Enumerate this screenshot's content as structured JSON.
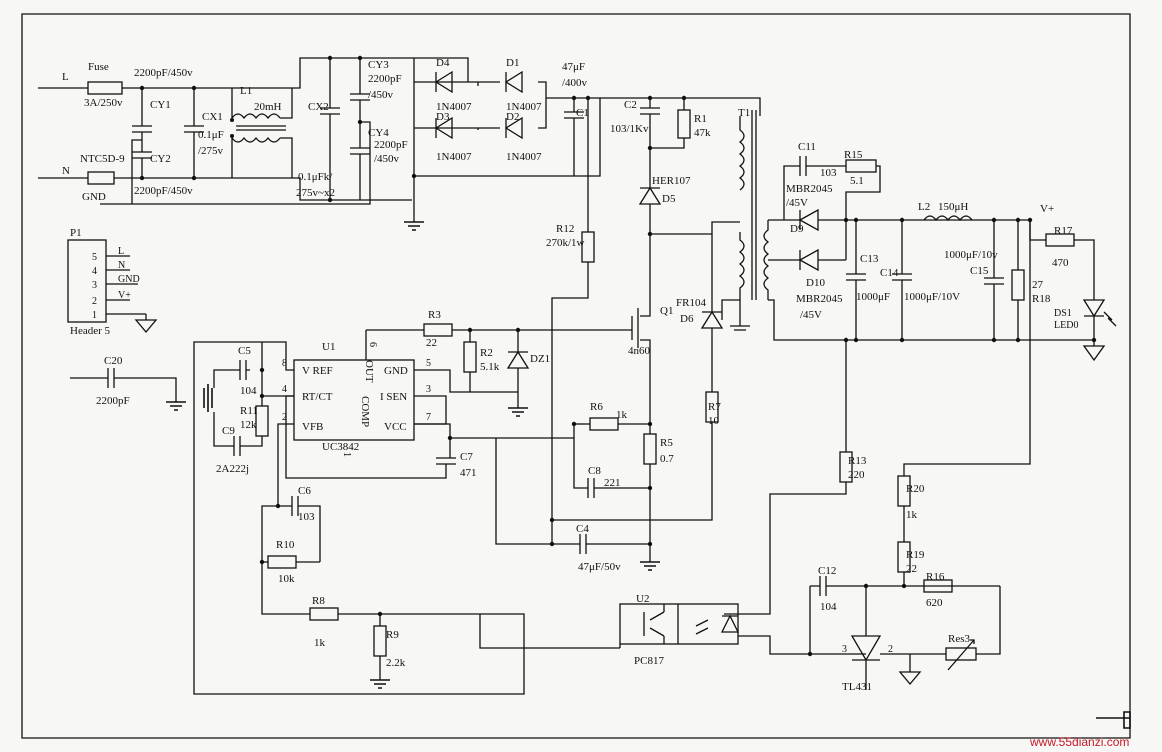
{
  "nets": {
    "line": "L",
    "neutral": "N",
    "ground": "GND",
    "vplus": "V+"
  },
  "input": {
    "fuse": {
      "ref": "Fuse",
      "value": "3A/250v"
    },
    "ntc": {
      "ref": "NTC5D-9"
    },
    "cy1": {
      "ref": "CY1"
    },
    "cy2": {
      "ref": "CY2"
    },
    "cy_value_top": "2200pF/450v",
    "cy_value_bot": "2200pF/450v",
    "cx1": {
      "ref": "CX1",
      "value1": "0.1μF",
      "value2": "/275v"
    },
    "l1": {
      "ref": "L1",
      "value": "20mH"
    },
    "cx2": {
      "ref": "CX2",
      "value1": "0.1μFk/",
      "value2": "275v~x2"
    },
    "cy3": {
      "ref": "CY3",
      "value1": "2200pF",
      "value2": "/450v"
    },
    "cy4": {
      "ref": "CY4",
      "value1": "2200pF",
      "value2": "/450v"
    }
  },
  "bridge": {
    "d4": {
      "ref": "D4",
      "value": "1N4007"
    },
    "d1": {
      "ref": "D1",
      "value": "1N4007"
    },
    "d3": {
      "ref": "D3",
      "value": "1N4007"
    },
    "d2": {
      "ref": "D2",
      "value": "1N4007"
    },
    "c1": {
      "ref": "C1",
      "value1": "47μF",
      "value2": "/400v"
    }
  },
  "primary": {
    "c2": {
      "ref": "C2",
      "value": "103/1Kv"
    },
    "r1": {
      "ref": "R1",
      "value": "47k"
    },
    "d5": {
      "ref": "D5",
      "value": "HER107"
    },
    "t1": {
      "ref": "T1"
    },
    "r12": {
      "ref": "R12",
      "value": "270k/1w"
    },
    "q1": {
      "ref": "Q1",
      "value": "4n60"
    },
    "d6": {
      "ref": "D6",
      "value": "FR104"
    },
    "r7": {
      "ref": "R7",
      "value": "10"
    },
    "r3": {
      "ref": "R3",
      "value": "22"
    },
    "r2": {
      "ref": "R2",
      "value": "5.1k"
    },
    "dz1": {
      "ref": "DZ1"
    },
    "r6": {
      "ref": "R6",
      "value": "1k"
    },
    "r5": {
      "ref": "R5",
      "value": "0.7"
    },
    "c8": {
      "ref": "C8",
      "value": "221"
    },
    "c4": {
      "ref": "C4",
      "value": "47μF/50v"
    }
  },
  "controller": {
    "u1": {
      "ref": "U1",
      "part": "UC3842"
    },
    "pins": {
      "vref": "V REF",
      "rtct": "RT/CT",
      "vfb": "VFB",
      "out": "OUT",
      "gnd": "GND",
      "isen": "I SEN",
      "vcc": "VCC",
      "comp": "COMP",
      "p8": "8",
      "p4": "4",
      "p2": "2",
      "p6": "6",
      "p5": "5",
      "p3": "3",
      "p7": "7",
      "p1": "1"
    },
    "c5": {
      "ref": "C5",
      "value": "104"
    },
    "r11": {
      "ref": "R11",
      "value": "12k"
    },
    "c9": {
      "ref": "C9",
      "value": "2A222j"
    },
    "c7": {
      "ref": "C7",
      "value": "471"
    },
    "c6": {
      "ref": "C6",
      "value": "103"
    },
    "r10": {
      "ref": "R10",
      "value": "10k"
    },
    "r8": {
      "ref": "R8",
      "value": "1k"
    },
    "r9": {
      "ref": "R9",
      "value": "2.2k"
    },
    "c20": {
      "ref": "C20",
      "value": "2200pF"
    }
  },
  "header": {
    "p1": {
      "ref": "P1",
      "name": "Header 5"
    },
    "pins": [
      {
        "num": "5",
        "label": "L"
      },
      {
        "num": "4",
        "label": "N"
      },
      {
        "num": "3",
        "label": "GND"
      },
      {
        "num": "2",
        "label": "V+"
      },
      {
        "num": "1",
        "label": ""
      }
    ]
  },
  "secondary": {
    "c11": {
      "ref": "C11",
      "value": "103"
    },
    "r15": {
      "ref": "R15",
      "value": "5.1"
    },
    "d9": {
      "ref": "D9",
      "value1": "MBR2045",
      "value2": "/45V"
    },
    "d10": {
      "ref": "D10",
      "value1": "MBR2045",
      "value2": "/45V"
    },
    "c13": {
      "ref": "C13",
      "value": "1000μF"
    },
    "c14": {
      "ref": "C14",
      "value": "1000μF/10V"
    },
    "l2": {
      "ref": "L2",
      "value": "150μH"
    },
    "c15": {
      "ref": "C15",
      "value": "1000μF/10v"
    },
    "r18": {
      "ref": "R18",
      "value": "27"
    },
    "r17": {
      "ref": "R17",
      "value": "470"
    },
    "ds1": {
      "ref": "DS1",
      "value": "LED0"
    },
    "r13": {
      "ref": "R13",
      "value": "220"
    },
    "r20": {
      "ref": "R20",
      "value": "1k"
    },
    "r19": {
      "ref": "R19",
      "value": "22"
    },
    "c12": {
      "ref": "C12",
      "value": "104"
    },
    "r16": {
      "ref": "R16",
      "value": "620"
    },
    "res3": {
      "ref": "Res3"
    },
    "tl431": {
      "ref": "TL431",
      "pin3": "3",
      "pin2": "2"
    },
    "u2": {
      "ref": "U2",
      "part": "PC817"
    }
  },
  "watermark": "www.55dianzi.com"
}
